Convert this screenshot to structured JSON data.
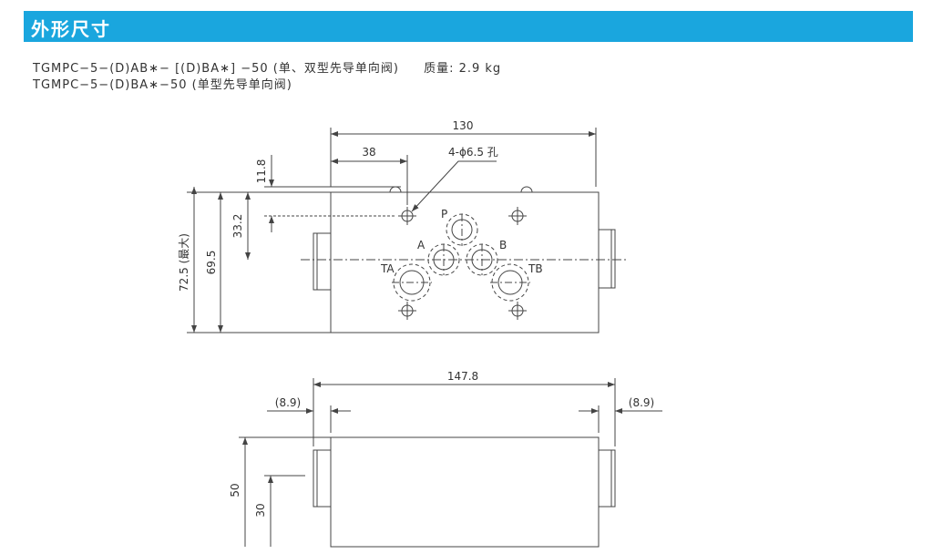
{
  "header": {
    "title": "外形尺寸"
  },
  "models": {
    "line1": "TGMPC−5−(D)AB∗− [(D)BA∗] −50 (单、双型先导单向阀)",
    "weight": "质量: 2.9 kg",
    "line2": "TGMPC−5−(D)BA∗−50 (单型先导单向阀)"
  },
  "top_view": {
    "dim_width": "130",
    "dim_hole_offset": "38",
    "hole_note": "4-ϕ6.5 孔",
    "dim_11_8": "11.8",
    "dim_33_2": "33.2",
    "dim_69_5": "69.5",
    "dim_72_5": "72.5 (最大)",
    "port_p": "P",
    "port_a": "A",
    "port_b": "B",
    "port_ta": "TA",
    "port_tb": "TB"
  },
  "front_view": {
    "dim_length": "147.8",
    "dim_left_boss": "(8.9)",
    "dim_right_boss": "(8.9)",
    "dim_height": "50",
    "dim_center": "30"
  }
}
